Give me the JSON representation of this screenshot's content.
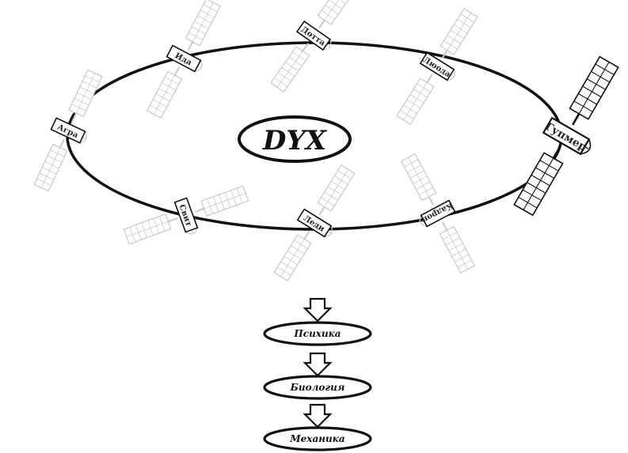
{
  "diagram": {
    "core_label": "DYX",
    "satellites": [
      {
        "label": "Ида",
        "active": false
      },
      {
        "label": "Дотта",
        "active": false
      },
      {
        "label": "Люода",
        "active": false
      },
      {
        "label": "Агра",
        "active": false
      },
      {
        "label": "Гупмер",
        "active": true
      },
      {
        "label": "Свит",
        "active": false
      },
      {
        "label": "Леди",
        "active": false
      },
      {
        "label": "Кадрон",
        "active": false
      }
    ],
    "chain": [
      {
        "label": "Психика"
      },
      {
        "label": "Биология"
      },
      {
        "label": "Механика"
      }
    ],
    "colors": {
      "line": "#111111",
      "inactive_satellite": "#c8c8c8",
      "active_satellite": "#111111",
      "background": "#ffffff"
    }
  }
}
